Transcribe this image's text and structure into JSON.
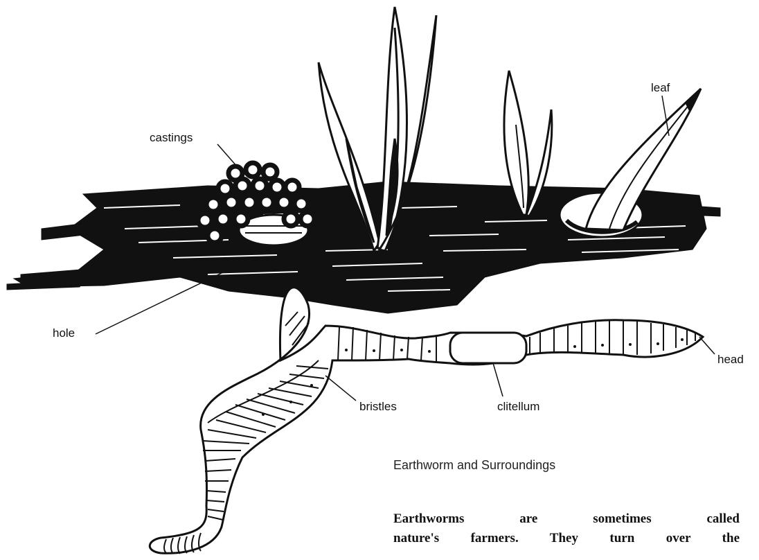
{
  "labels": {
    "castings": "castings",
    "leaf": "leaf",
    "hole": "hole",
    "head": "head",
    "clitellum": "clitellum",
    "bristles": "bristles"
  },
  "caption": {
    "title": "Earthworm and Surroundings",
    "line1": "Earthworms are sometimes called",
    "line2": "nature's farmers. They turn over the"
  },
  "colors": {
    "ink": "#111111",
    "paper": "#ffffff"
  }
}
